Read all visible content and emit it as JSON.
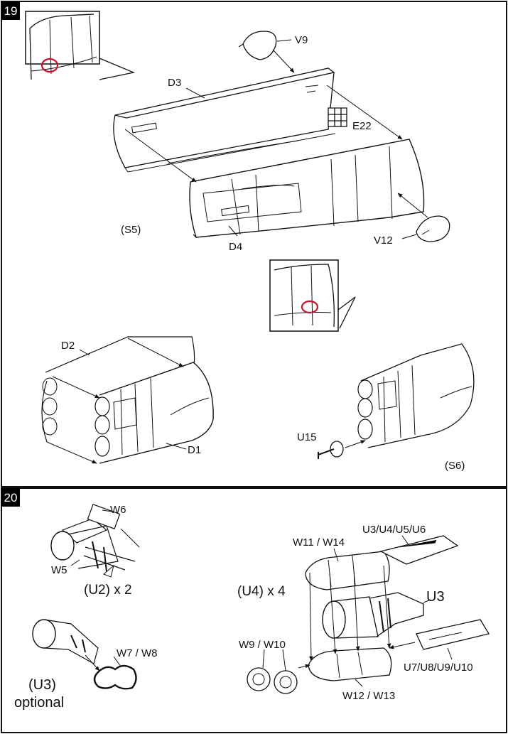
{
  "steps": [
    {
      "number": "19",
      "callouts": {
        "v9": "V9",
        "d3": "D3",
        "e22": "E22",
        "s5": "(S5)",
        "d4": "D4",
        "v12": "V12",
        "d2": "D2",
        "d1": "D1",
        "u15": "U15",
        "s6": "(S6)"
      }
    },
    {
      "number": "20",
      "callouts": {
        "w6": "W6",
        "w5": "W5",
        "u2x2": "(U2) x 2",
        "w7w8": "W7 / W8",
        "u3": "(U3)",
        "optional": "optional",
        "w11w14": "W11 / W14",
        "u3u4u5u6": "U3/U4/U5/U6",
        "u4x4": "(U4) x 4",
        "u3right": "U3",
        "w9w10": "W9 / W10",
        "u7u10": "U7/U8/U9/U10",
        "w12w13": "W12 / W13"
      }
    }
  ],
  "colors": {
    "line": "#111111",
    "highlight": "#c8102e",
    "badge_bg": "#000000",
    "badge_text": "#ffffff"
  }
}
